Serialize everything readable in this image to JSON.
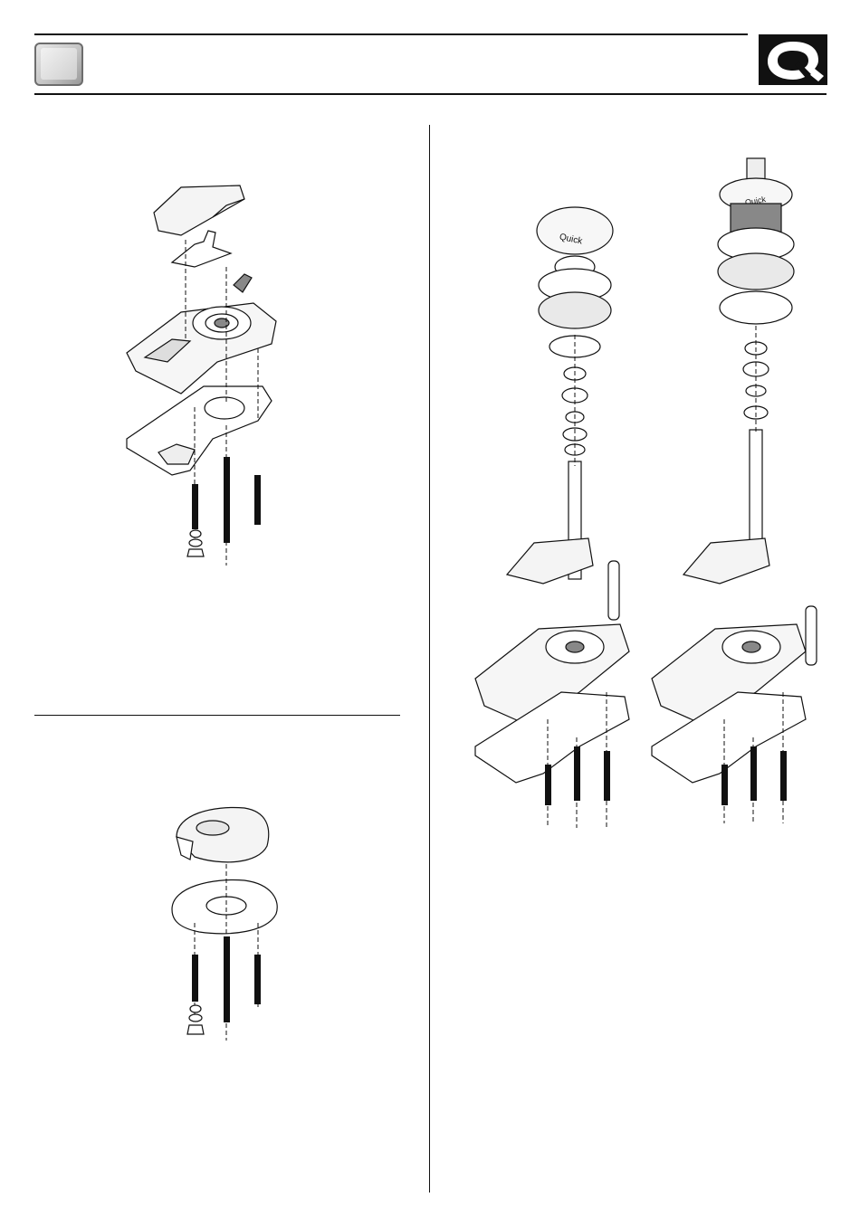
{
  "header": {
    "section_tab_label": "",
    "logo_letter": "Q"
  },
  "figures": {
    "windlass_right_cover_text": "Quick",
    "windlass_right_drum_cover_text": "Quick"
  },
  "colors": {
    "ink": "#111111",
    "tab_light": "#e6e6e6",
    "tab_dark": "#9a9a9a",
    "part_shading": "#cfcfcf"
  }
}
